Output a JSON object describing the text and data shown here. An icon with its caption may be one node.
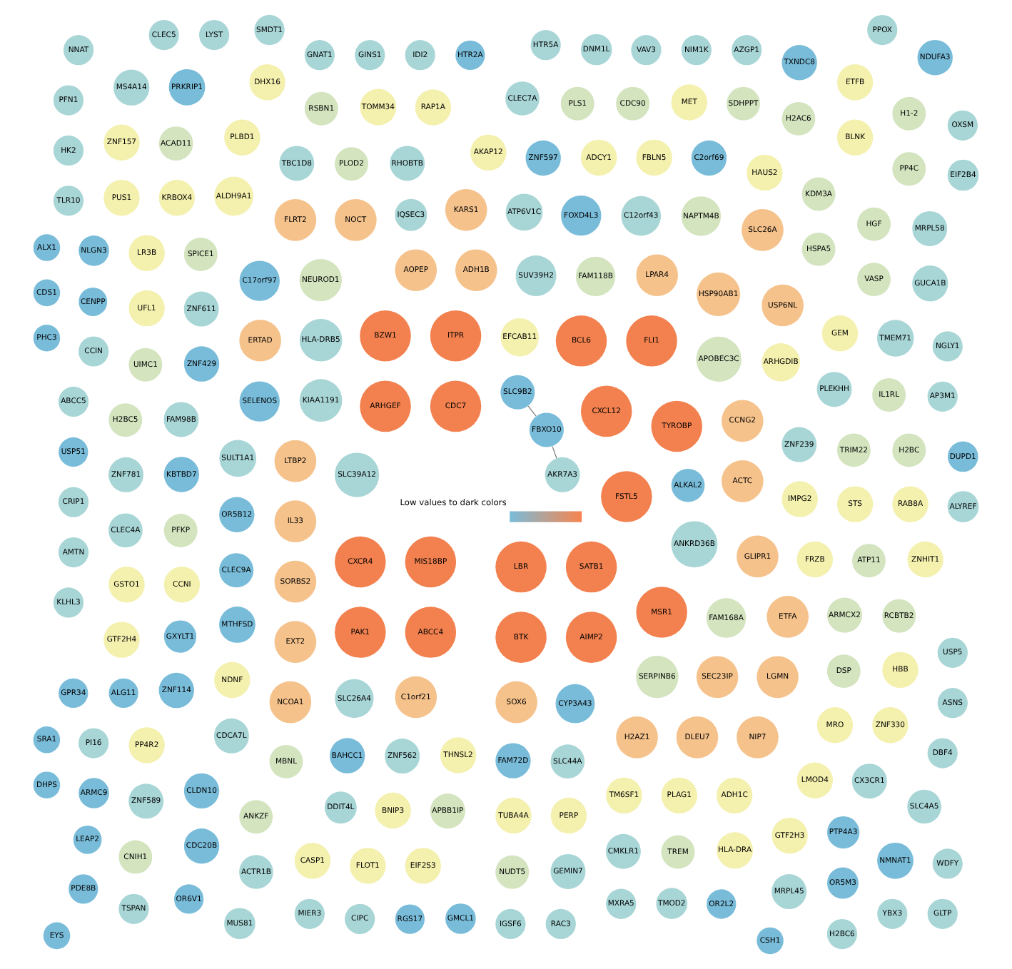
{
  "diagram": {
    "nodes": [
      {
        "text": [
          "OR5B12"
        ]
      },
      {
        "text": [
          "CLEC9A"
        ]
      },
      {
        "text": [
          "MTHFSD"
        ]
      },
      {
        "text": [
          "BAHCC1"
        ]
      },
      {
        "text": [
          "ALG11"
        ]
      },
      {
        "text": [
          "ZNF562"
        ]
      },
      {
        "text": [
          "OR5M3"
        ]
      },
      {
        "text": [
          "NLGN3"
        ]
      },
      {
        "text": [
          "CENPP"
        ]
      },
      {
        "text": [
          "ALKAL2"
        ]
      },
      {
        "text": [
          "CCIN"
        ]
      },
      {
        "text": [
          "SLC39A12"
        ]
      },
      {
        "text": [
          "PI16"
        ]
      },
      {
        "text": [
          "THNSL2"
        ]
      },
      {
        "text": [
          "IQSEC3"
        ]
      },
      {
        "text": [
          "ANKRD36B"
        ]
      },
      {
        "text": [
          "ARMC9"
        ]
      },
      {
        "text": [
          "OR6V1"
        ]
      },
      {
        "text": [
          "NEUROD1"
        ]
      },
      {
        "text": [
          "MXRA5"
        ]
      },
      {
        "text": [
          "TMOD2"
        ]
      },
      {
        "text": [
          "FAM72D"
        ]
      },
      {
        "text": [
          "OR2L2"
        ]
      },
      {
        "text": [
          "HTR2A"
        ]
      },
      {
        "text": [
          "EYS"
        ]
      },
      {
        "text": [
          "IDI2"
        ]
      },
      {
        "text": [
          "GINS1"
        ]
      },
      {
        "text": [
          "SEC23IP"
        ]
      },
      {
        "text": [
          "GNAT1"
        ]
      },
      {
        "text": [
          "LEAP2"
        ]
      },
      {
        "text": [
          "LPAR4"
        ]
      },
      {
        "text": [
          "FAM118B"
        ]
      },
      {
        "text": [
          "SLC44A"
        ]
      },
      {
        "text": [
          "NDNF"
        ]
      },
      {
        "text": [
          "SUV39H2"
        ]
      },
      {
        "text": [
          "CDCA7L"
        ]
      },
      {
        "text": [
          "CSH1"
        ]
      },
      {
        "text": [
          "PDE8B"
        ]
      },
      {
        "text": [
          "MBNL"
        ]
      },
      {
        "text": [
          "IMPG2"
        ]
      },
      {
        "text": [
          "ZNF239"
        ]
      },
      {
        "text": [
          "LMOD4"
        ]
      },
      {
        "text": [
          "TSPAN"
        ]
      },
      {
        "text": [
          "ADH1B"
        ]
      },
      {
        "text": [
          "YBX3"
        ]
      },
      {
        "text": [
          "FRZB"
        ]
      },
      {
        "text": [
          "HSPA5"
        ]
      },
      {
        "text": [
          "KDM3A"
        ]
      },
      {
        "text": [
          "HAUS2"
        ]
      },
      {
        "text": [
          "SPICE1"
        ]
      },
      {
        "text": [
          "ZNF611"
        ]
      },
      {
        "text": [
          "ZNF429"
        ]
      },
      {
        "text": [
          "CLDN10"
        ]
      },
      {
        "text": [
          "GLTP"
        ]
      },
      {
        "text": [
          "AOPEP"
        ]
      },
      {
        "text": [
          "TM6SF1"
        ]
      },
      {
        "text": [
          "PLAG1"
        ]
      },
      {
        "text": [
          "ADH1C"
        ]
      },
      {
        "text": [
          "RHOBTB"
        ]
      },
      {
        "text": [
          "PLOD2"
        ]
      },
      {
        "text": [
          "TBC1D8"
        ]
      },
      {
        "text": [
          "CDC7"
        ]
      },
      {
        "text": [
          "MRO"
        ]
      },
      {
        "text": [
          "PLEKHH"
        ]
      },
      {
        "text": [
          "DBF4"
        ]
      },
      {
        "text": [
          "FAM168A"
        ]
      },
      {
        "text": [
          "AP3M1"
        ]
      },
      {
        "text": [
          "C2orf69"
        ]
      },
      {
        "text": [
          "ALX1"
        ]
      },
      {
        "text": [
          "AZGP1"
        ]
      },
      {
        "text": [
          "FBLN5"
        ]
      },
      {
        "text": [
          "LTBP2"
        ]
      },
      {
        "text": [
          "IL33"
        ]
      },
      {
        "text": [
          "CXCL12"
        ]
      },
      {
        "text": [
          "SORBS2"
        ]
      },
      {
        "text": [
          "MIS18BP"
        ]
      },
      {
        "text": [
          "ADCY1"
        ]
      },
      {
        "text": [
          "EXT2"
        ]
      },
      {
        "text": [
          "EFCAB11"
        ]
      },
      {
        "text": [
          "NIM1K"
        ]
      },
      {
        "text": [
          "ZNF597"
        ]
      },
      {
        "text": [
          "CDS1"
        ]
      },
      {
        "text": [
          "SLC26A4"
        ]
      },
      {
        "text": [
          "GEM"
        ]
      },
      {
        "text": [
          "AKAP12"
        ]
      },
      {
        "text": [
          "DSP"
        ]
      },
      {
        "text": [
          "C1orf21"
        ]
      },
      {
        "text": [
          "SOX6"
        ]
      },
      {
        "text": [
          "ARMCX2"
        ]
      },
      {
        "text": [
          "FAM98B"
        ]
      },
      {
        "text": [
          "KBTBD7"
        ]
      },
      {
        "text": [
          "CYP3A43"
        ]
      },
      {
        "text": [
          "PFKP"
        ]
      },
      {
        "text": [
          "CCNI"
        ]
      },
      {
        "text": [
          "VAV3"
        ]
      },
      {
        "text": [
          "ACTC"
        ]
      },
      {
        "text": [
          "CCNG2"
        ]
      },
      {
        "text": [
          "NCOA1"
        ]
      },
      {
        "text": [
          "GLIPR1"
        ]
      },
      {
        "text": [
          "SLC26A"
        ]
      },
      {
        "text": [
          "NOCT"
        ]
      },
      {
        "text": [
          "FLRT2"
        ]
      },
      {
        "text": [
          "DDIT4L"
        ]
      },
      {
        "text": [
          "DNM1L"
        ]
      },
      {
        "text": [
          "NNAT"
        ]
      },
      {
        "text": [
          "MIER3"
        ]
      },
      {
        "text": [
          "BNIP3"
        ]
      },
      {
        "text": [
          "APBB1IP"
        ]
      },
      {
        "text": [
          "TUBA4A"
        ]
      },
      {
        "text": [
          "PERP"
        ]
      },
      {
        "text": [
          "LBR"
        ]
      },
      {
        "text": [
          "SATB1"
        ]
      },
      {
        "text": [
          "FSTL5"
        ]
      },
      {
        "text": [
          "WDFY"
        ]
      },
      {
        "text": [
          "ACAD11"
        ]
      },
      {
        "text": [
          "NGLY1"
        ]
      },
      {
        "text": [
          "KRBOX4"
        ]
      },
      {
        "text": [
          "C17orf97"
        ]
      },
      {
        "text": [
          "GXYLT1"
        ]
      },
      {
        "text": [
          "ZNF114"
        ]
      },
      {
        "text": [
          "PHC3"
        ]
      },
      {
        "text": [
          "HTR5A"
        ]
      },
      {
        "text": [
          "ANKZF"
        ]
      },
      {
        "text": [
          "STS"
        ]
      },
      {
        "text": [
          "TRIM22"
        ]
      },
      {
        "text": [
          "FLI1"
        ]
      },
      {
        "text": [
          "BCL6"
        ]
      },
      {
        "text": [
          "BLNK"
        ]
      },
      {
        "text": [
          "ITPR"
        ]
      },
      {
        "text": [
          "PLBD1"
        ]
      },
      {
        "text": [
          "ERTAD"
        ]
      },
      {
        "text": [
          "GTF2H3"
        ]
      },
      {
        "text": [
          "ABCC5"
        ]
      },
      {
        "text": [
          "SELENOS"
        ]
      },
      {
        "text": [
          "USP51"
        ]
      },
      {
        "text": [
          "PTP4A3"
        ]
      },
      {
        "text": [
          "CX3CR1"
        ]
      },
      {
        "text": [
          "ATP11"
        ]
      },
      {
        "text": [
          "H2AZ1"
        ]
      },
      {
        "text": [
          "BZW1"
        ]
      },
      {
        "text": [
          "DLEU7"
        ]
      },
      {
        "text": [
          "NIP7"
        ]
      },
      {
        "text": [
          "SRA1"
        ]
      },
      {
        "text": [
          "CRIP1"
        ]
      },
      {
        "text": [
          "VASP"
        ]
      },
      {
        "text": [
          "LGMN"
        ]
      },
      {
        "text": [
          "NAPTM4B"
        ]
      },
      {
        "text": [
          "HGF"
        ]
      },
      {
        "text": [
          "ARHGEF"
        ]
      },
      {
        "text": [
          "MSR1"
        ]
      },
      {
        "text": [
          "H2AC6"
        ]
      },
      {
        "text": [
          "LR3B"
        ]
      },
      {
        "text": [
          "UFL1"
        ]
      },
      {
        "text": [
          "UIMC1"
        ]
      },
      {
        "text": [
          "PP4R2"
        ]
      },
      {
        "text": [
          "AMTN"
        ]
      },
      {
        "text": [
          "ZNF589"
        ]
      },
      {
        "text": [
          "CDC20B"
        ]
      },
      {
        "text": [
          "GPR34"
        ]
      },
      {
        "text": [
          "CMKLR1"
        ]
      },
      {
        "text": [
          "TREM"
        ]
      },
      {
        "text": [
          "TYROBP"
        ]
      },
      {
        "text": [
          "HLA-DRA"
        ]
      },
      {
        "text": [
          "CXCR4"
        ]
      },
      {
        "text": [
          "RAP1A"
        ]
      },
      {
        "text": [
          "PAK1"
        ]
      },
      {
        "text": [
          "ABCC4"
        ]
      },
      {
        "text": [
          "CIPC"
        ]
      },
      {
        "text": [
          "RGS17"
        ]
      },
      {
        "text": [
          "TOMM34"
        ]
      },
      {
        "text": [
          "RSBN1"
        ]
      },
      {
        "text": [
          "ZNF330"
        ]
      },
      {
        "text": [
          "IL1RL"
        ]
      },
      {
        "text": [
          "SDHPPT"
        ]
      },
      {
        "text": [
          "C12orf43"
        ]
      },
      {
        "text": [
          "GMCL1"
        ]
      },
      {
        "text": [
          "FOXD4L3"
        ]
      },
      {
        "text": [
          "IGSF6"
        ]
      },
      {
        "text": [
          "RAC3"
        ]
      },
      {
        "text": [
          "ASNS"
        ]
      },
      {
        "text": [
          "MET"
        ]
      },
      {
        "text": [
          "ARHGDIB"
        ]
      },
      {
        "text": [
          "BTK"
        ]
      },
      {
        "text": [
          "CDC90"
        ]
      },
      {
        "text": [
          "PLS1"
        ]
      },
      {
        "text": [
          "AIMP2"
        ]
      },
      {
        "text": [
          "USP6NL"
        ]
      },
      {
        "text": [
          "USP5"
        ]
      },
      {
        "text": [
          "CNIH1"
        ]
      },
      {
        "text": [
          "NMNAT1"
        ]
      },
      {
        "text": [
          "TMEM71"
        ]
      },
      {
        "text": [
          "CLEC7A"
        ]
      },
      {
        "text": [
          "CASP1"
        ]
      },
      {
        "text": [
          "PFN1"
        ]
      },
      {
        "text": [
          "HBB"
        ]
      },
      {
        "text": [
          "RCBTB2"
        ]
      },
      {
        "text": [
          "H2BC5"
        ]
      },
      {
        "text": [
          "HK2"
        ]
      },
      {
        "text": [
          "ATP6V1C"
        ]
      },
      {
        "text": [
          "KARS1"
        ]
      },
      {
        "text": [
          "ZNF781"
        ]
      },
      {
        "text": [
          "TLR10"
        ]
      },
      {
        "text": [
          "CLEC4A"
        ]
      },
      {
        "text": [
          "HLA-DRB5"
        ]
      },
      {
        "text": [
          "APOBEC3C"
        ]
      },
      {
        "text": [
          "GSTO1"
        ]
      },
      {
        "text": [
          "FLOT1"
        ]
      },
      {
        "text": [
          "EIF2S3"
        ]
      },
      {
        "text": [
          "NUDT5"
        ]
      },
      {
        "text": [
          "ETFA"
        ]
      },
      {
        "text": [
          "GEMIN7"
        ]
      },
      {
        "text": [
          "PRKRIP1"
        ]
      },
      {
        "text": [
          "KLHL3"
        ]
      },
      {
        "text": [
          "MS4A14"
        ]
      },
      {
        "text": [
          "ZNF157"
        ]
      },
      {
        "text": [
          "PUS1"
        ]
      },
      {
        "text": [
          "HSP90AB1"
        ]
      },
      {
        "text": [
          "GTF2H4"
        ]
      },
      {
        "text": [
          "MUS81"
        ]
      },
      {
        "text": [
          "ACTR1B"
        ]
      },
      {
        "text": [
          "RAB8A"
        ]
      },
      {
        "text": [
          "H2BC"
        ]
      },
      {
        "text": [
          "ALDH9A1"
        ]
      },
      {
        "text": [
          "PP4C"
        ]
      },
      {
        "text": [
          "H1-2"
        ]
      },
      {
        "text": [
          "ETFB"
        ]
      },
      {
        "text": [
          "DHX16"
        ]
      },
      {
        "text": [
          "KIAA1191"
        ]
      },
      {
        "text": [
          "LYST"
        ]
      },
      {
        "text": [
          "MRPL45"
        ]
      },
      {
        "text": [
          "CLEC5"
        ]
      },
      {
        "text": [
          "SLC4A5"
        ]
      },
      {
        "text": [
          "SULT1A1"
        ]
      },
      {
        "text": [
          "SERPINB6"
        ]
      },
      {
        "text": [
          "ZNHIT1"
        ]
      },
      {
        "text": [
          "H2BC6"
        ]
      },
      {
        "text": [
          "GUCA1B"
        ]
      },
      {
        "text": [
          "SLC9B2"
        ]
      },
      {
        "text": [
          "ALYREF"
        ]
      },
      {
        "text": [
          "MRPL58"
        ]
      },
      {
        "text": [
          "DUPD1"
        ]
      },
      {
        "text": [
          "TXNDC8"
        ]
      },
      {
        "text": [
          "FBXO10"
        ]
      },
      {
        "text": [
          "AKR7A3"
        ]
      },
      {
        "text": [
          "EIF2B4"
        ]
      },
      {
        "text": [
          "OXSM"
        ]
      },
      {
        "text": [
          "NDUFA3"
        ]
      },
      {
        "text": [
          "DHPS"
        ]
      },
      {
        "text": [
          "PPOX"
        ]
      },
      {
        "text": [
          "SMDT1"
        ]
      }
    ],
    "edges": [
      {
        "from": 237,
        "to": 242,
        "arrow": "none"
      },
      {
        "from": 242,
        "to": 243,
        "arrow": "none"
      }
    ],
    "labels": [
      "Low values to dark colors"
    ]
  }
}
